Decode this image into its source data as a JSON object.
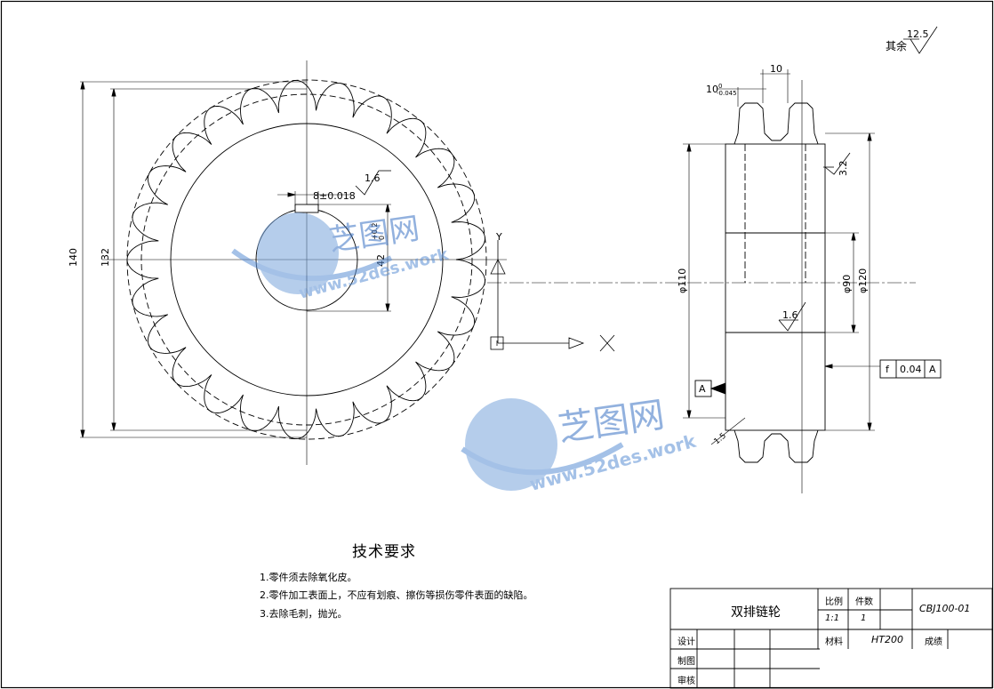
{
  "dimensions": {
    "outer_dia": "140",
    "root_dia": "132",
    "key_width": "8±0.018",
    "bore_depth": "42",
    "bore_tol_upper": "+0.2",
    "bore_tol_lower": "0",
    "rough_key": "1.6",
    "side_width_10": "10",
    "side_width_tol": "10",
    "side_tol_upper": "0",
    "side_tol_lower": "-0.045",
    "dia_110": "φ110",
    "dia_90": "φ90",
    "dia_120": "φ120",
    "rough_32": "3.2",
    "rough_bore": "1.6",
    "datum": "A",
    "chamfer": "1.5"
  },
  "roughness_note": {
    "label": "其余",
    "value": "12.5"
  },
  "ucs": {
    "x_label": "X",
    "y_label": "Y"
  },
  "tolerance_frame": {
    "symbol": "f",
    "value": "0.04",
    "datum": "A"
  },
  "watermark": {
    "brand": "芝图网",
    "url": "www.52des.work"
  },
  "requirements": {
    "title": "技术要求",
    "items": [
      "1.零件须去除氧化皮。",
      "2.零件加工表面上，不应有划痕、擦伤等损伤零件表面的缺陷。",
      "3.去除毛刺，抛光。"
    ]
  },
  "title_block": {
    "part_name": "双排链轮",
    "scale_label": "比例",
    "qty_label": "件数",
    "scale_value": "1:1",
    "qty_value": "1",
    "drawing_no": "CBJ100-01",
    "material_label": "材料",
    "material_value": "HT200",
    "grade_label": "成绩",
    "design_label": "设计",
    "draw_label": "制图",
    "review_label": "审核"
  }
}
